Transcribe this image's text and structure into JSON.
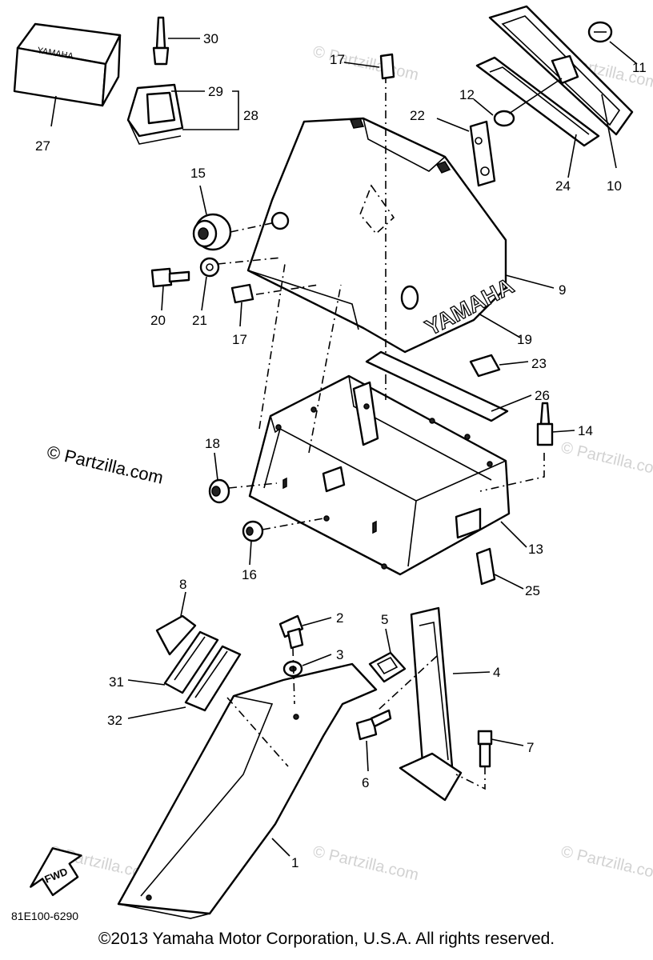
{
  "watermark_main": "© Partzilla.com",
  "watermark_faint": "© Partzilla.com",
  "diagram_code": "81E100-6290",
  "copyright": "©2013  Yamaha Motor Corporation, U.S.A. All rights reserved.",
  "brand_emboss": "YAMAHA",
  "fwd_arrow_label": "FWD",
  "callouts": [
    "1",
    "2",
    "3",
    "4",
    "5",
    "6",
    "7",
    "8",
    "9",
    "10",
    "11",
    "12",
    "13",
    "14",
    "15",
    "16",
    "17",
    "17",
    "18",
    "19",
    "20",
    "21",
    "22",
    "23",
    "24",
    "25",
    "26",
    "27",
    "28",
    "29",
    "30",
    "31",
    "32"
  ]
}
